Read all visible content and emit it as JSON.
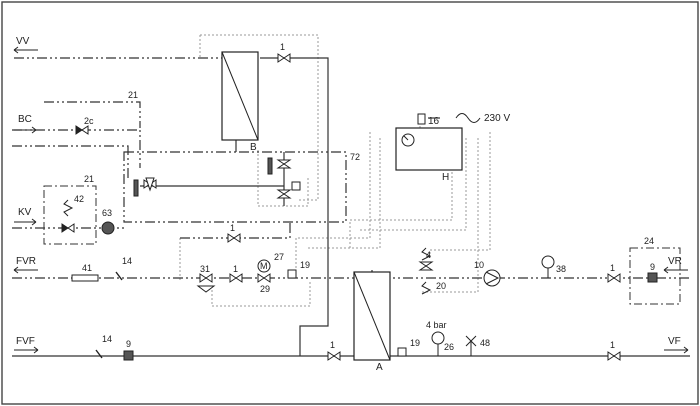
{
  "diagram": {
    "flow_labels": {
      "vv": "VV",
      "bc": "BC",
      "kv": "KV",
      "fvr": "FVR",
      "fvf": "FVF",
      "vr": "VR",
      "vf": "VF"
    },
    "equipment": {
      "exchanger_a": "A",
      "exchanger_b": "B",
      "unit_h": "H"
    },
    "numbers": {
      "n1": "1",
      "n2c": "2c",
      "n4": "4",
      "n9": "9",
      "n10": "10",
      "n14": "14",
      "n16": "16",
      "n19": "19",
      "n20": "20",
      "n21": "21",
      "n24": "24",
      "n26": "26",
      "n27": "27",
      "n29": "29",
      "n31": "31",
      "n38": "38",
      "n41": "41",
      "n42": "42",
      "n48": "48",
      "n63": "63",
      "n72": "72"
    },
    "annotations": {
      "voltage": "230 V",
      "pressure": "4 bar",
      "motor": "M"
    }
  }
}
